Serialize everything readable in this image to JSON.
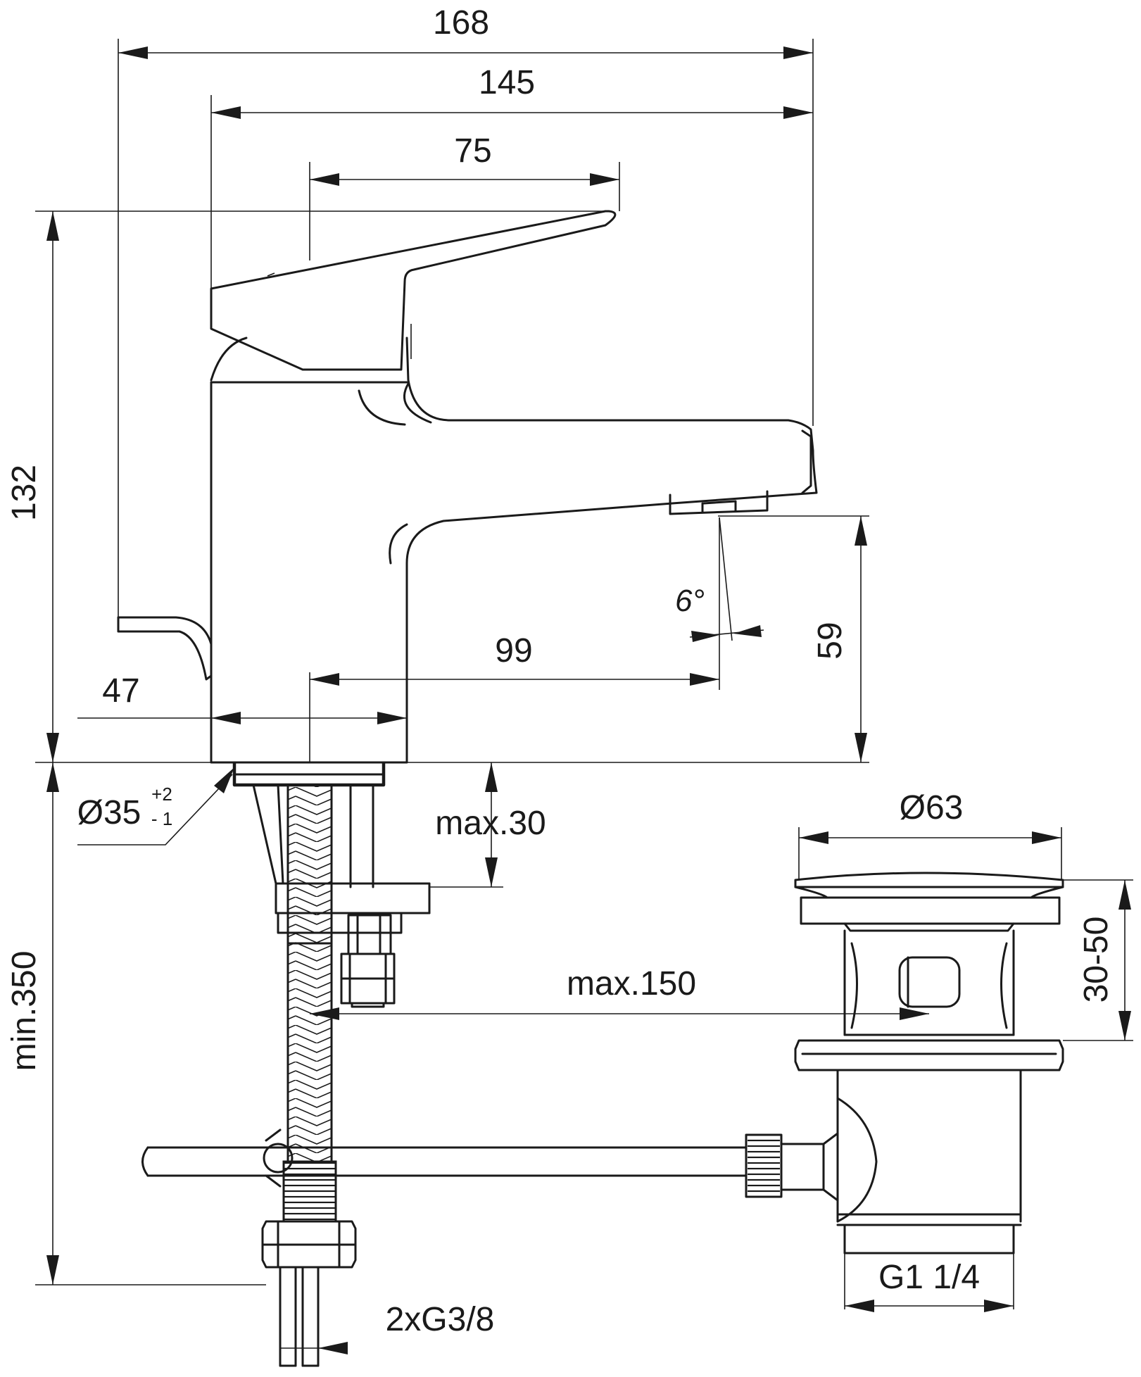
{
  "dimensions": {
    "overall_depth": "168",
    "body_to_spout": "145",
    "lever_length": "75",
    "height": "132",
    "spout_reach": "99",
    "body_width": "47",
    "spout_height": "59",
    "spray_angle": "6°",
    "hole_diameter": "Ø35",
    "hole_tol_plus": "+2",
    "hole_tol_minus": "- 1",
    "deck_thickness": "max.30",
    "hose_length": "min.350",
    "rod_distance": "max.150",
    "waste_diameter": "Ø63",
    "waste_range": "30-50",
    "waste_thread": "G1 1/4",
    "supply_thread": "2xG3/8"
  }
}
